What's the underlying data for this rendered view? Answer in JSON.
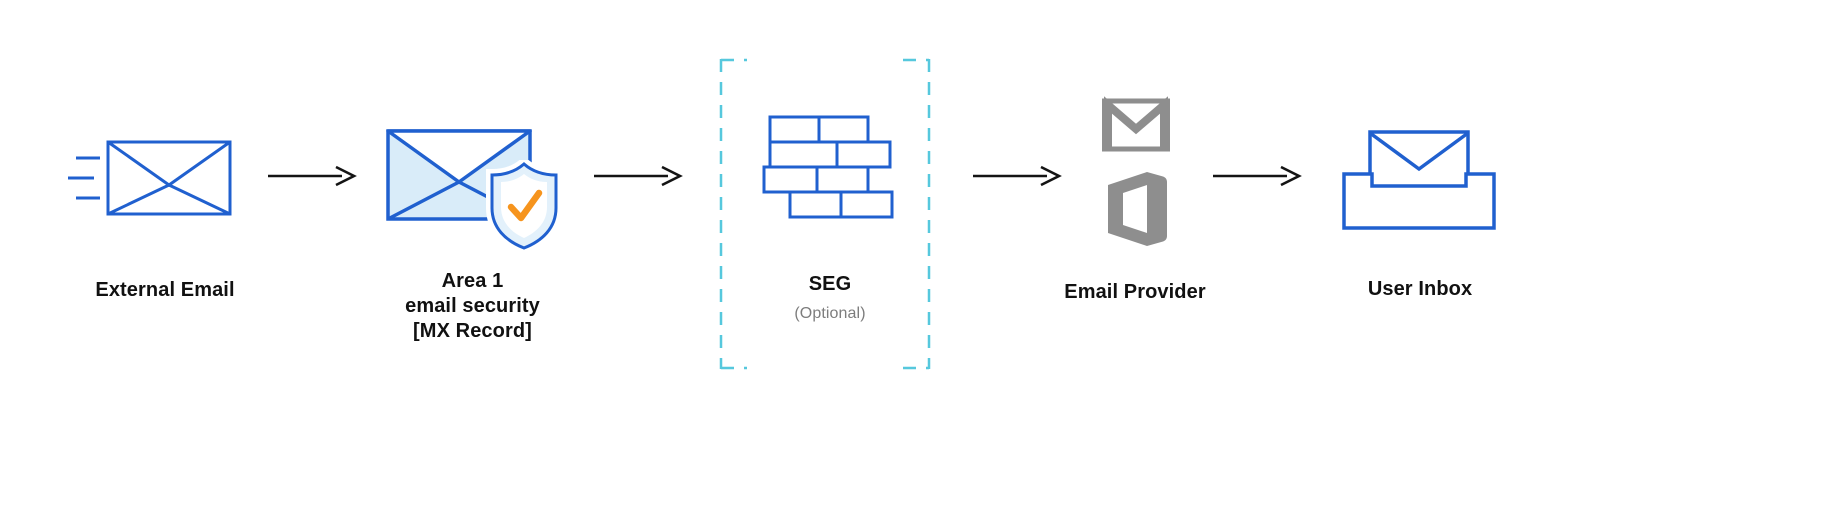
{
  "colors": {
    "blue": "#2060cf",
    "light-blue": "#d9ecf9",
    "pale-blue": "#e3f1fb",
    "cyan": "#56c8dd",
    "orange": "#f6941d",
    "gray": "#8e8e8e",
    "arrow": "#141414",
    "text": "#111111",
    "muted": "#7d7d7d",
    "background": "#ffffff"
  },
  "diagram": {
    "type": "flow",
    "nodes": [
      {
        "id": "external-email",
        "icon": "incoming-envelope-icon",
        "label": "External Email"
      },
      {
        "id": "area1-email-security",
        "icon": "envelope-shield-check-icon",
        "lines": [
          "Area 1",
          "email security",
          "[MX Record]"
        ]
      },
      {
        "id": "seg",
        "icon": "firewall-bricks-icon",
        "label": "SEG",
        "sublabel": "(Optional)",
        "optional": true
      },
      {
        "id": "email-provider",
        "icons": [
          "gmail-icon",
          "office-icon"
        ],
        "label": "Email Provider"
      },
      {
        "id": "user-inbox",
        "icon": "inbox-tray-envelope-icon",
        "label": "User Inbox"
      }
    ],
    "arrow_count": 4
  }
}
